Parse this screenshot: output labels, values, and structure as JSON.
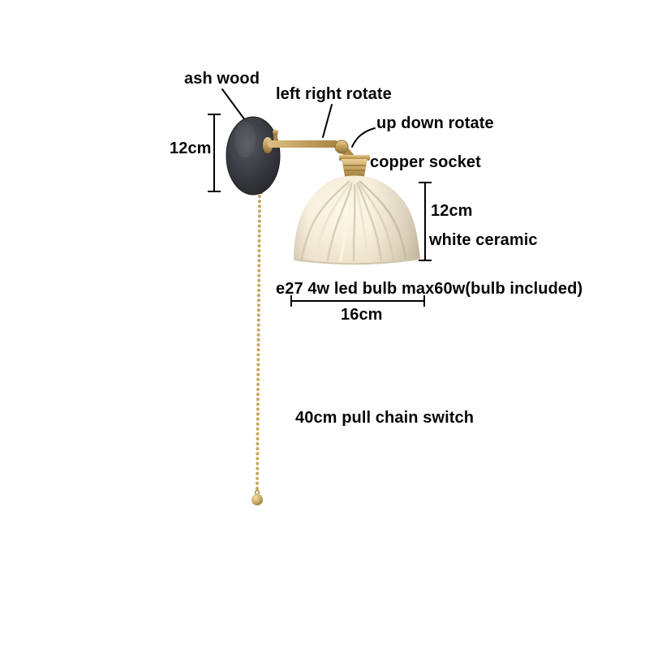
{
  "product": {
    "annotations": {
      "material_top": "ash wood",
      "rotate_horizontal": "left right rotate",
      "rotate_vertical": "up down rotate",
      "socket": "copper socket",
      "shade_material": "white ceramic",
      "bulb": "e27 4w led bulb max60w(bulb included)",
      "chain": "40cm pull chain switch"
    },
    "measurements": {
      "plate_height": "12cm",
      "shade_height": "12cm",
      "shade_width": "16cm"
    },
    "colors": {
      "background": "#ffffff",
      "text": "#060606",
      "wall_plate": "#35383d",
      "brass": "#c2a15f",
      "ceramic": "#f7efdc",
      "chain_gold": "#c9a85e"
    }
  }
}
